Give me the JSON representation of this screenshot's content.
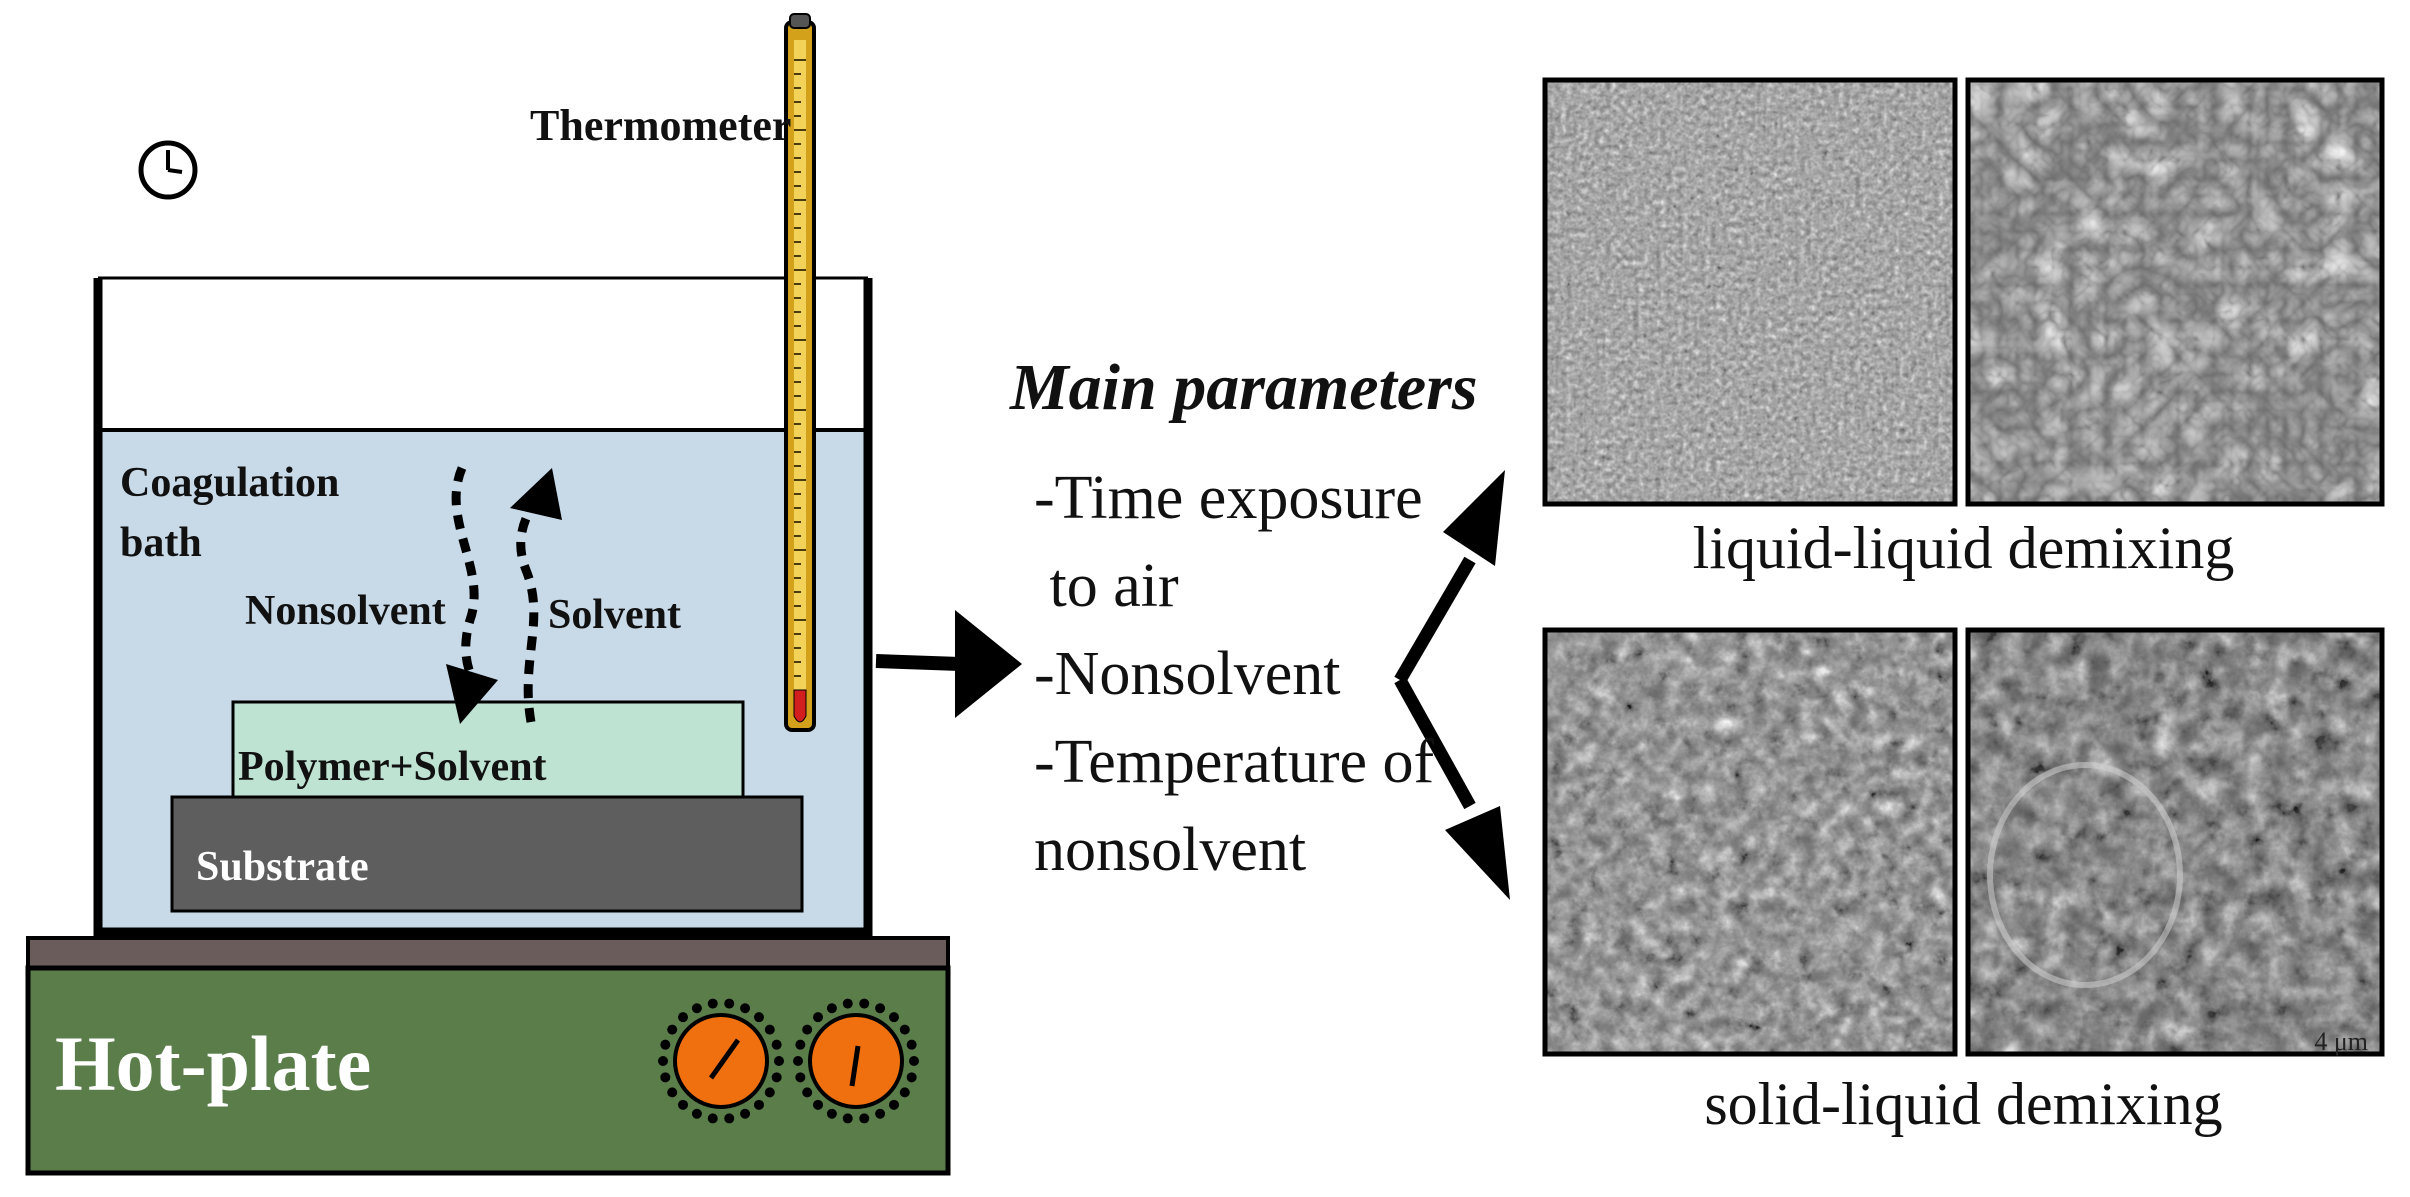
{
  "apparatus": {
    "thermometer_label": "Thermometer",
    "bath_label_line1": "Coagulation",
    "bath_label_line2": "bath",
    "nonsolvent_label": "Nonsolvent",
    "solvent_label": "Solvent",
    "film_label": "Polymer+Solvent",
    "substrate_label": "Substrate",
    "hotplate_label": "Hot-plate",
    "icons": [
      "clock-icon",
      "thermometer-icon",
      "knob-icon",
      "knob-icon"
    ]
  },
  "parameters": {
    "title": "Main parameters",
    "items": [
      "-Time exposure",
      " to air",
      "-Nonsolvent",
      "-Temperature of",
      "nonsolvent"
    ]
  },
  "results": {
    "liquid_caption": "liquid-liquid demixing",
    "solid_caption": "solid-liquid demixing",
    "scale_bar": "4 μm"
  },
  "colors": {
    "bath": "#c8d9e8",
    "film": "#bfe3d3",
    "substrate": "#5e5e5e",
    "hotplate": "#5a7d4a",
    "hotplate_top": "#6b5c5c",
    "knob": "#f07010",
    "thermometer": "#d4a21a"
  }
}
